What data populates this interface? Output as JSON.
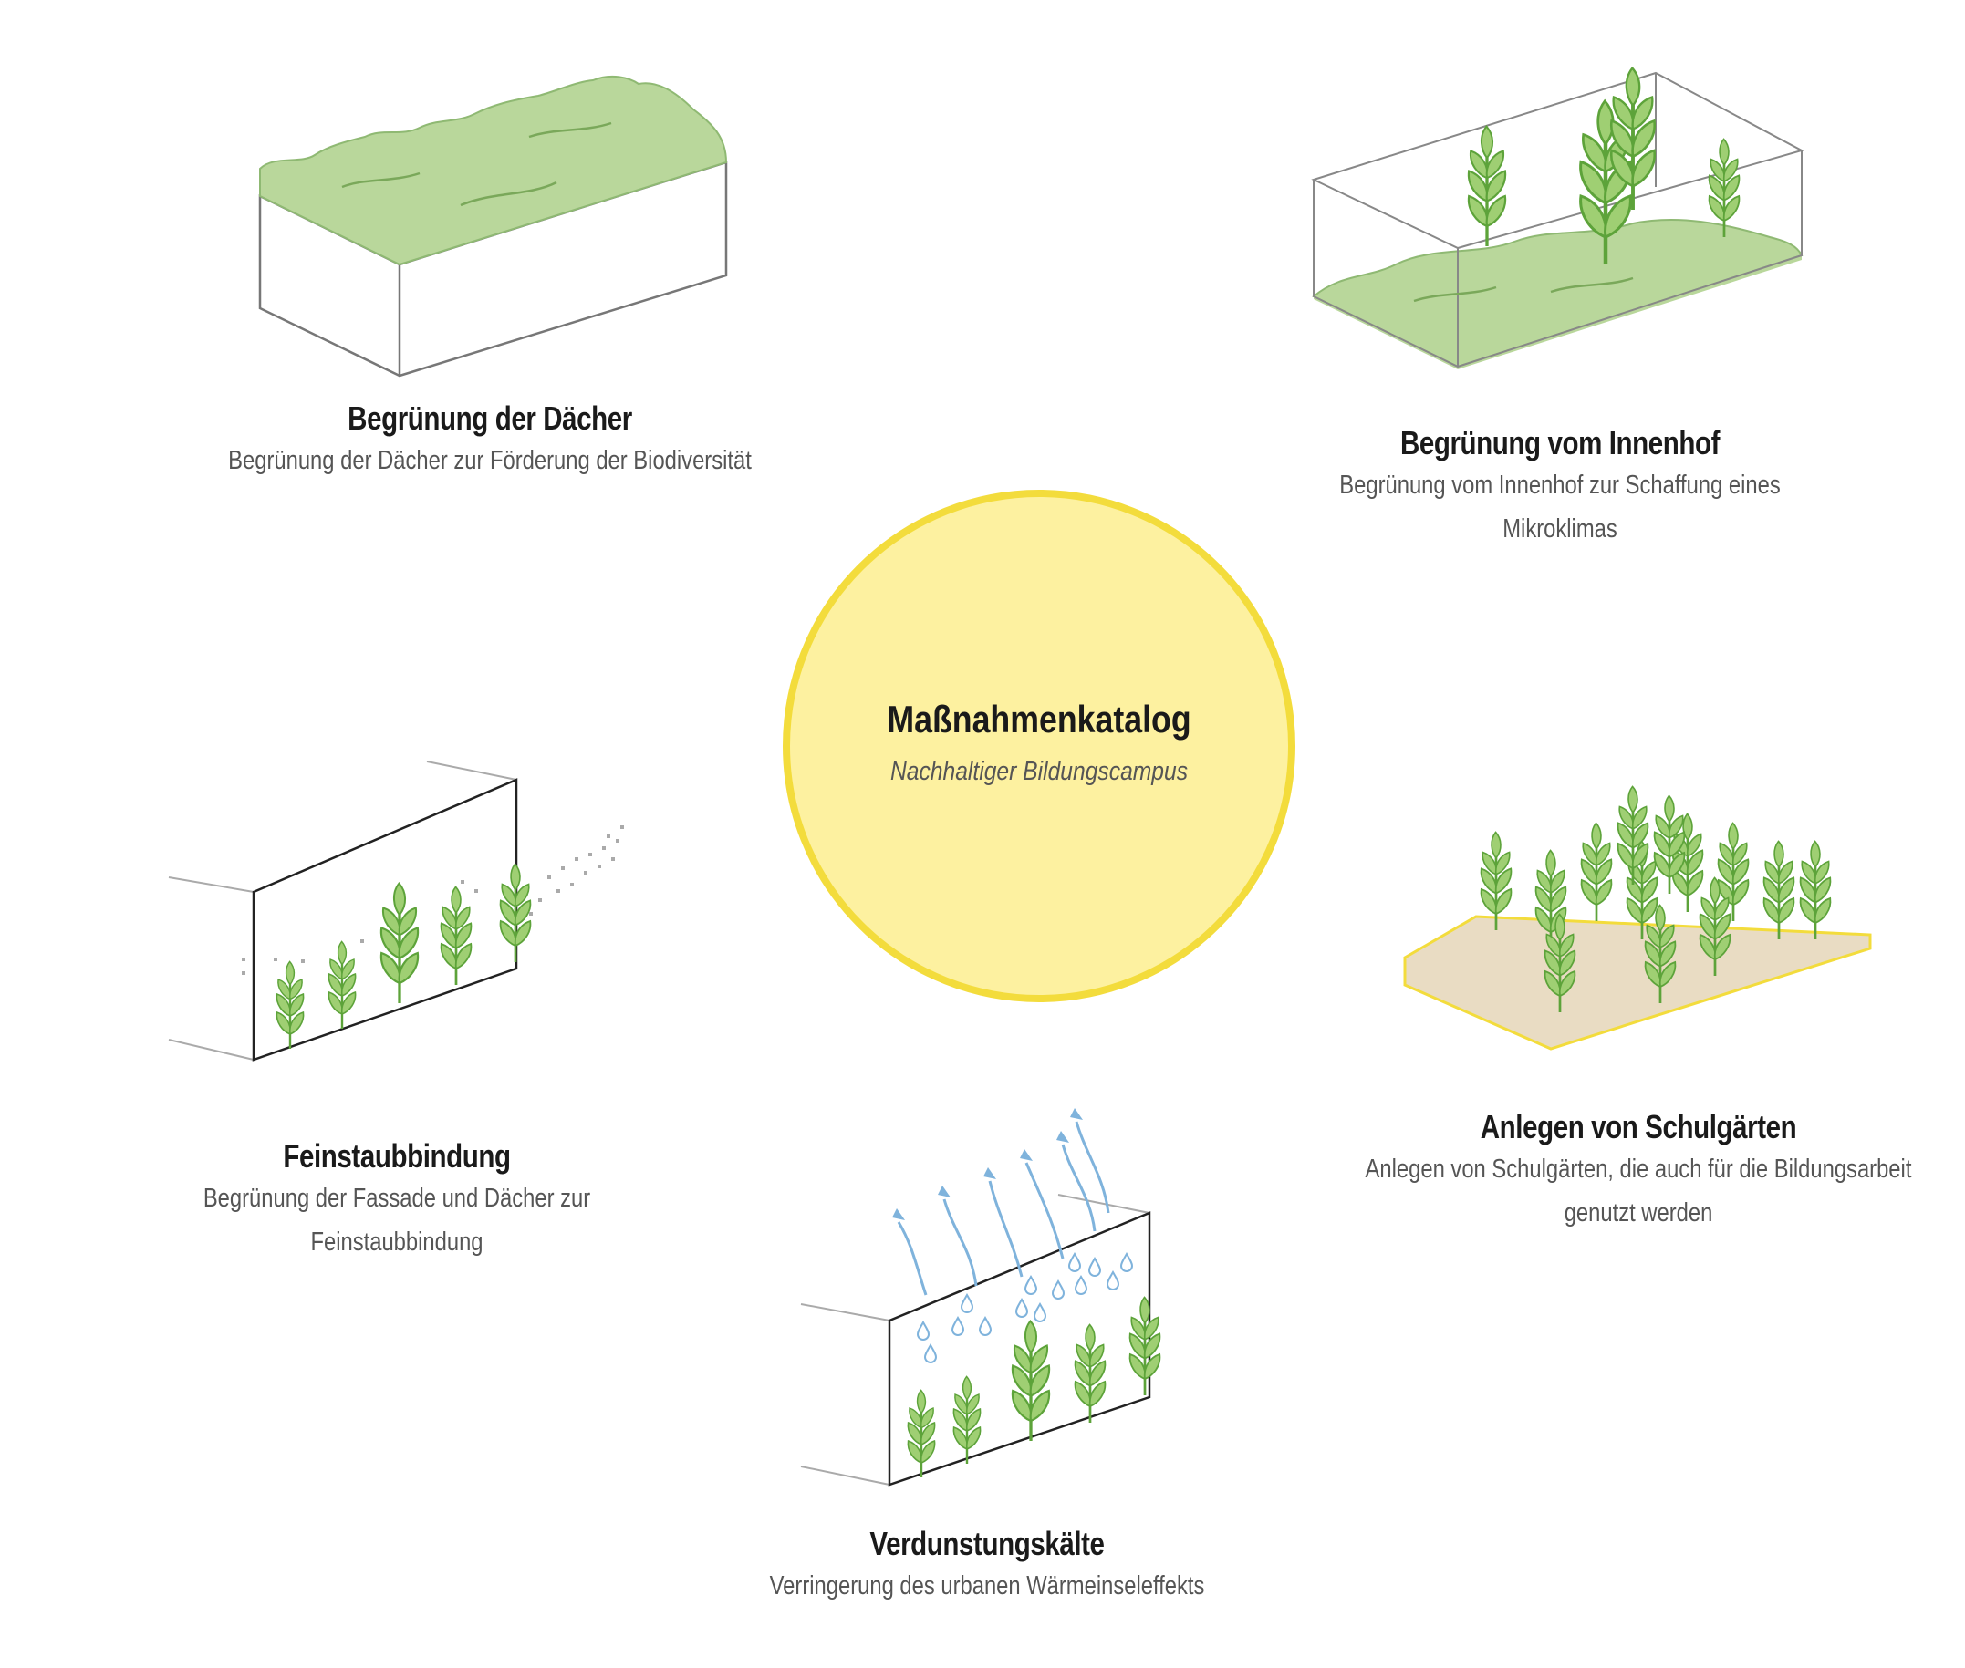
{
  "center": {
    "title": "Maßnahmenkatalog",
    "subtitle": "Nachhaltiger Bildungscampus",
    "fill": "#fdf1a0",
    "stroke": "#f3dc3c"
  },
  "colors": {
    "green": "#b9d79b",
    "leaf": "#9fcf73",
    "leaf_dark": "#5da33a",
    "soil": "#e9dcc3",
    "water": "#7fb3dc",
    "outline": "#777777"
  },
  "measures": [
    {
      "title": "Begrünung der Dächer",
      "lines": [
        "Begrünung der Dächer zur Förderung der Biodiversität"
      ]
    },
    {
      "title": "Begrünung vom Innenhof",
      "lines": [
        "Begrünung vom Innenhof zur Schaffung eines",
        "Mikroklimas"
      ]
    },
    {
      "title": "Feinstaubbindung",
      "lines": [
        "Begrünung der Fassade und Dächer zur",
        "Feinstaubbindung"
      ]
    },
    {
      "title": "Anlegen von Schulgärten",
      "lines": [
        "Anlegen von Schulgärten, die auch für die Bildungsarbeit",
        "genutzt werden"
      ]
    },
    {
      "title": "Verdunstungskälte",
      "lines": [
        "Verringerung des urbanen Wärmeinseleffekts"
      ]
    }
  ]
}
